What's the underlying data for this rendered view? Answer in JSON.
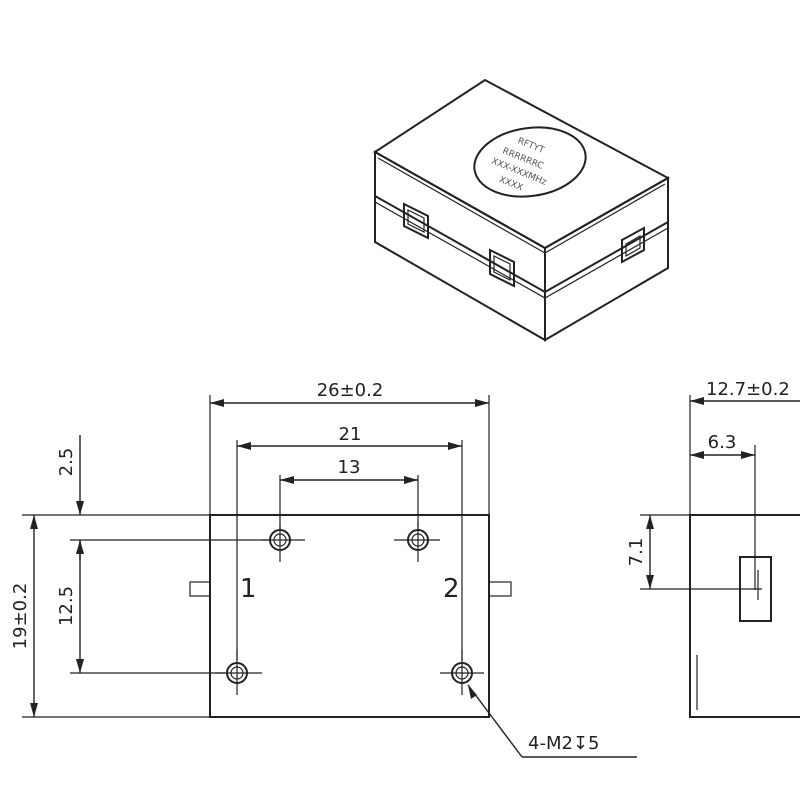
{
  "iso_view": {
    "label_lines": [
      "RFTYT",
      "RRRRRRC",
      "XXX-XXXMHz",
      "XXXX"
    ]
  },
  "front_view": {
    "dim_overall_width": "26±0.2",
    "dim_hole_spacing_outer": "21",
    "dim_hole_spacing_inner": "13",
    "dim_top_offset": "2.5",
    "dim_hole_vertical": "12.5",
    "dim_overall_height": "19±0.2",
    "port_1": "1",
    "port_2": "2",
    "hole_callout": "4-M2↧5"
  },
  "side_view": {
    "dim_overall_depth": "12.7±0.2",
    "dim_port_offset": "6.3",
    "dim_port_height": "7.1"
  }
}
